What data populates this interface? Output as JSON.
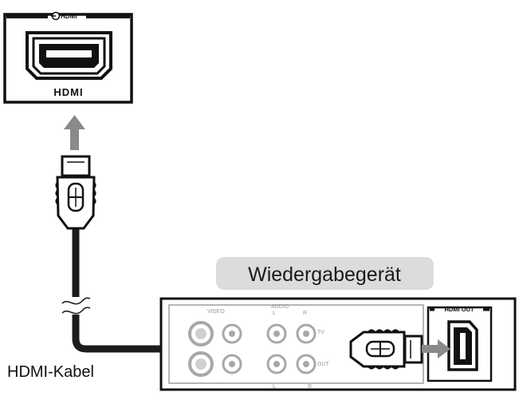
{
  "tv_port": {
    "tag": "HDMI",
    "logo": "HDMI"
  },
  "device": {
    "title": "Wiedergabegerät",
    "panel_labels": {
      "video": "VIDEO",
      "audio": "AUDIO",
      "tv": "TV",
      "out": "OUT",
      "l": "L",
      "r": "R"
    },
    "hdmi_out_tag": "HDMI OUT"
  },
  "cable": {
    "label": "HDMI-Kabel"
  },
  "colors": {
    "arrow": "#8a8a8a",
    "cable": "#1c1c1c",
    "title_badge": "#dcdcdc",
    "panel_gray": "#b5b5b5"
  }
}
